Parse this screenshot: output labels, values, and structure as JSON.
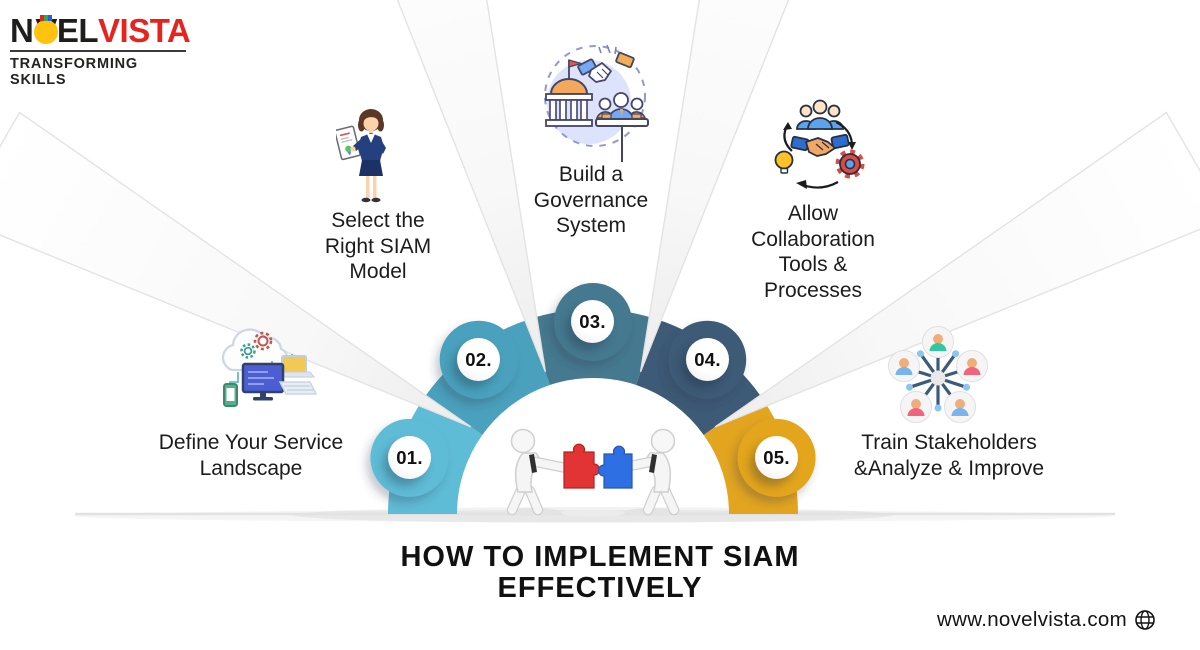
{
  "brand": {
    "name": "NOVELVISTA",
    "name_part1": "N",
    "name_part2": "VEL",
    "name_part3": "VISTA",
    "tagline": "TRANSFORMING SKILLS",
    "name_color": "#1e1e1c",
    "accent_color": "#e6231f",
    "bulb_color": "#ffc20e"
  },
  "title": {
    "line1": "HOW TO IMPLEMENT SIAM",
    "line2": "EFFECTIVELY",
    "color": "#111111"
  },
  "footer": {
    "website": "www.novelvista.com",
    "icon": "globe-icon"
  },
  "center": {
    "illustration": "two-figures-joining-puzzle-pieces"
  },
  "steps": [
    {
      "number": "01.",
      "label": "Define Your Service Landscape",
      "lines": [
        "Define Your Service",
        "Landscape"
      ],
      "color": "#5fbcd6",
      "icon": "cloud-devices-icon"
    },
    {
      "number": "02.",
      "label": "Select the Right SIAM Model",
      "lines": [
        "Select the",
        "Right SIAM",
        "Model"
      ],
      "color": "#4aa1bd",
      "icon": "woman-certificate-icon"
    },
    {
      "number": "03.",
      "label": "Build a Governance System",
      "lines": [
        "Build a",
        "Governance",
        "System"
      ],
      "color": "#45798f",
      "icon": "governance-icon"
    },
    {
      "number": "04.",
      "label": "Allow Collaboration Tools & Processes",
      "lines": [
        "Allow",
        "Collaboration",
        "Tools &",
        "Processes"
      ],
      "color": "#3d5a76",
      "icon": "collaboration-cycle-icon"
    },
    {
      "number": "05.",
      "label": "Train Stakeholders &Analyze & Improve",
      "lines": [
        "Train Stakeholders",
        "&Analyze & Improve"
      ],
      "color": "#e3a51f",
      "icon": "stakeholder-network-icon"
    }
  ]
}
